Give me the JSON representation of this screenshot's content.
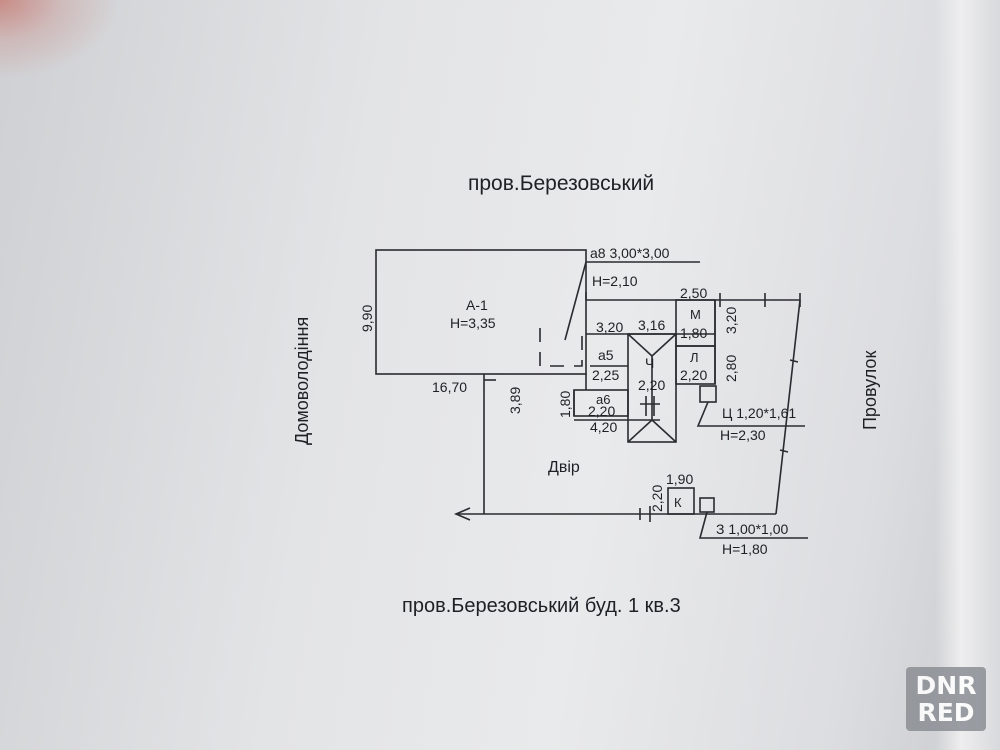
{
  "header": {
    "street_top": "пров.Березовський"
  },
  "side_labels": {
    "left": "Домоволодіння",
    "right": "Провулок"
  },
  "footer": {
    "address": "пров.Березовський буд. 1 кв.3"
  },
  "main_building": {
    "label": "А-1",
    "height": "Н=3,35",
    "width_dim": "9,90",
    "length_dim": "16,70"
  },
  "annex_a8": {
    "label": "а8 3,00*3,00",
    "height": "Н=2,10"
  },
  "dims": {
    "d_2_50": "2,50",
    "d_3_20_a": "3,20",
    "d_3_16": "3,16",
    "d_3_20_v": "3,20",
    "d_2_80": "2,80",
    "d_3_89": "3,89",
    "d_1_80_v": "1,80",
    "d_4_20": "4,20",
    "d_1_90": "1,90",
    "d_2_20_v": "2,20"
  },
  "rooms": {
    "m": {
      "label": "М",
      "dim": "1,80"
    },
    "l": {
      "label": "Л",
      "dim": "2,20"
    },
    "a5": {
      "label": "а5",
      "dim": "2,25"
    },
    "ch": {
      "label": "Ч",
      "dim": "2,20"
    },
    "a6": {
      "label": "а6",
      "dim": "2,20"
    },
    "k": {
      "label": "К"
    }
  },
  "ts": {
    "label": "Ц 1,20*1,61",
    "height": "Н=2,30"
  },
  "z": {
    "label": "З 1,00*1,00",
    "height": "Н=1,80"
  },
  "yard": {
    "label": "Двір"
  },
  "watermark": {
    "line1": "DNR",
    "line2": "RED"
  }
}
